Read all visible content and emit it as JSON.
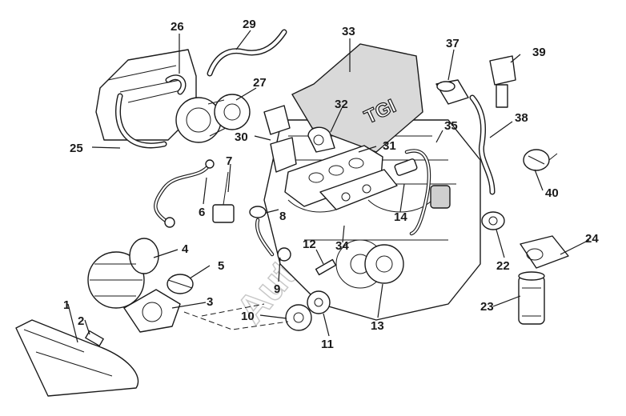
{
  "diagram": {
    "cover_lettering": "TGI",
    "watermark": "Autosoft",
    "callouts": [
      "1",
      "2",
      "3",
      "4",
      "5",
      "6",
      "7",
      "8",
      "9",
      "10",
      "11",
      "12",
      "13",
      "14",
      "22",
      "23",
      "24",
      "25",
      "26",
      "27",
      "29",
      "30",
      "31",
      "32",
      "33",
      "34",
      "35",
      "37",
      "38",
      "39",
      "40"
    ]
  }
}
